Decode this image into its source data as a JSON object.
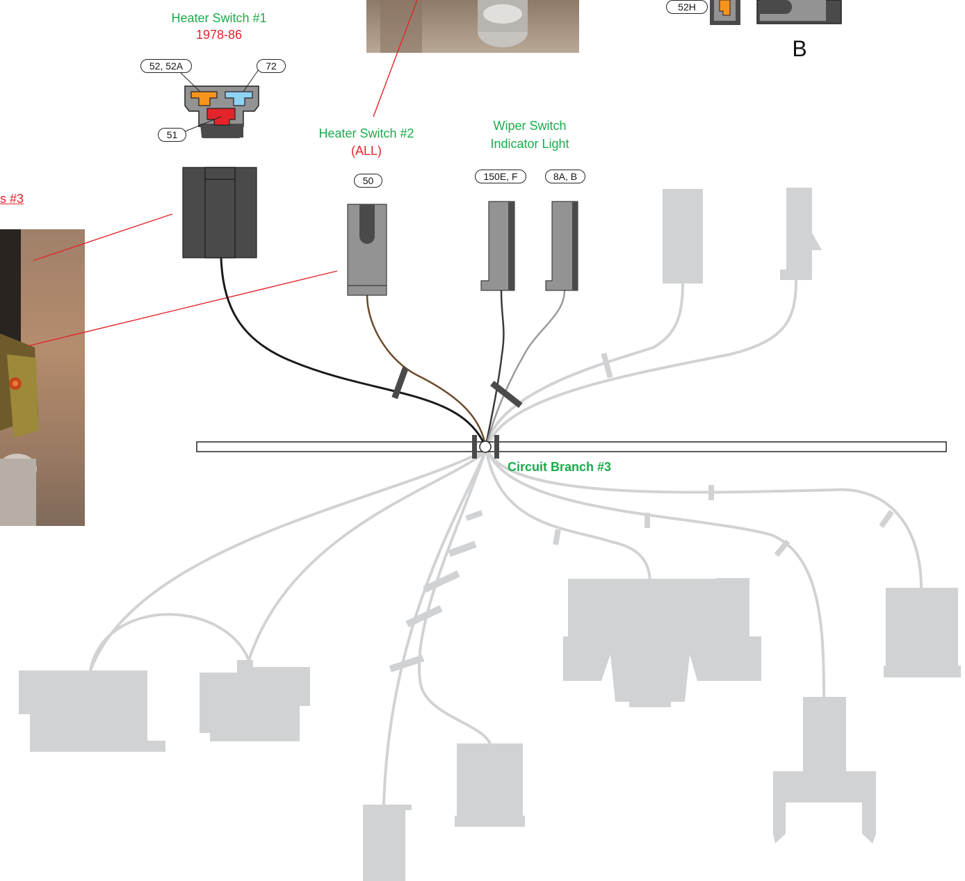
{
  "heater_switch_1": {
    "title": "Heater Switch #1",
    "years": "1978-86"
  },
  "heater_switch_1_pins": {
    "orange": "52, 52A",
    "blue": "72",
    "red": "51"
  },
  "heater_switch_2": {
    "title": "Heater Switch #2",
    "note": "(ALL)",
    "pin": "50"
  },
  "wiper_switch": {
    "title_line1": "Wiper Switch",
    "title_line2": "Indicator Light",
    "pin_a": "150E, F",
    "pin_b": "8A, B"
  },
  "connector_b": {
    "pin": "52H",
    "label": "B"
  },
  "branch": {
    "label": "Circuit Branch #3"
  },
  "left_link": {
    "text": "s #3"
  },
  "colors": {
    "label_green": "#1aab4b",
    "label_red": "#e3242b",
    "connector_dark": "#4a4a4a",
    "connector_mid": "#939393",
    "connector_faded": "#d1d2d4",
    "pin_orange": "#f7941d",
    "pin_blue": "#8fd3f4",
    "pin_red": "#e3242b",
    "wire_brown": "#6b4a2a",
    "wire_black": "#1a1a1a"
  }
}
